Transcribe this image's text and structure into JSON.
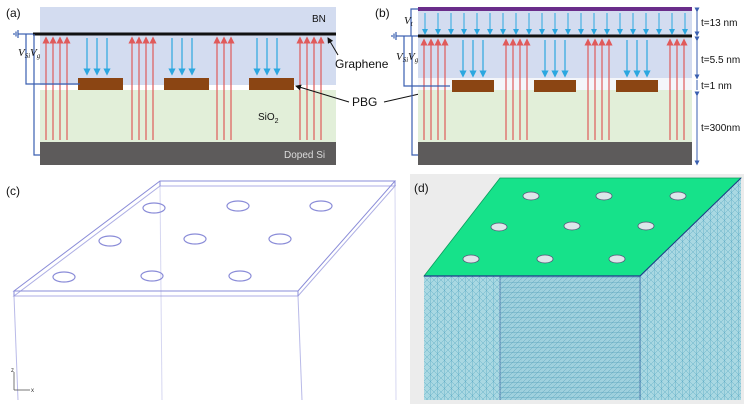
{
  "panels": {
    "a": {
      "label": "(a)",
      "layer_bn": "BN",
      "layer_sio2": "SiO",
      "layer_sio2_sub": "2",
      "layer_si": "Doped Si",
      "graphene": "Graphene",
      "pbg": "PBG",
      "v_si": "V",
      "v_si_sub": "Si",
      "v_g": "V",
      "v_g_sub": "g"
    },
    "b": {
      "label": "(b)",
      "v_t": "V",
      "v_t_sub": "t",
      "v_si": "V",
      "v_si_sub": "Si",
      "v_g": "V",
      "v_g_sub": "g",
      "thickness": [
        "t=13 nm",
        "t=5.5 nm",
        "t=1 nm",
        "t=300nm"
      ]
    },
    "c": {
      "label": "(c)",
      "axis_z": "z",
      "axis_x": "x"
    },
    "d": {
      "label": "(d)"
    }
  },
  "colors": {
    "bn": "#d3dcf0",
    "sio2": "#e2efd9",
    "doped_si": "#5d5b5b",
    "pbg": "#8b4513",
    "field_up": "#e05a5a",
    "field_down": "#2ba7e0",
    "wire": "#3a5fb0",
    "top_gate": "#6a2d8a",
    "mesh_top": "#16e28a",
    "mesh_side": "#9fd3df",
    "wireframe": "#8a8cd8"
  }
}
